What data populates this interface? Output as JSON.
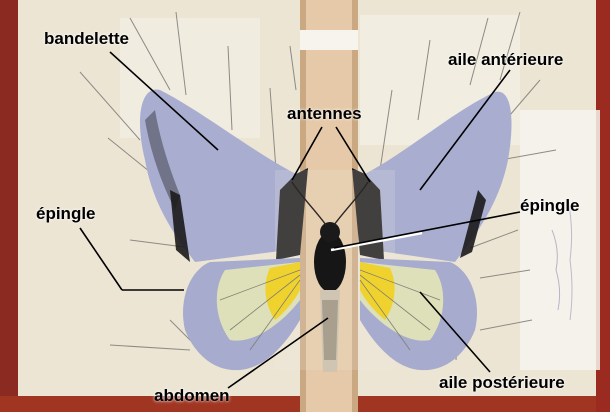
{
  "labels": {
    "bandelette": "bandelette",
    "antennes": "antennes",
    "aile_anterieure": "aile antérieure",
    "epingle_right": "épingle",
    "epingle_left": "épingle",
    "abdomen": "abdomen",
    "aile_posterieure": "aile postérieure"
  },
  "colors": {
    "board": "#ece5d4",
    "wing_blue": "#a9aed0",
    "wing_black": "#1b1a1a",
    "hindwing_yellow": "#f0d22e",
    "hindwing_pale": "#dde0b9",
    "red_edge": "#8a2a20",
    "pointer": "#000000"
  }
}
